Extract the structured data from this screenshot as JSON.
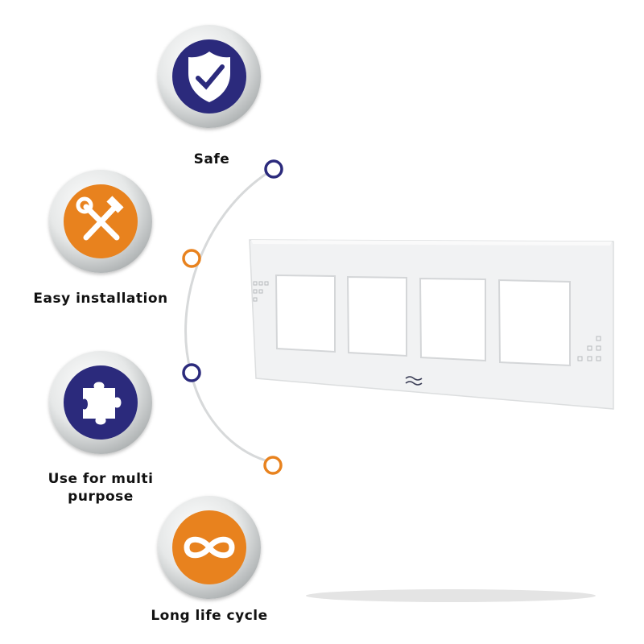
{
  "colors": {
    "navy": "#2b2a7c",
    "orange": "#e8821e"
  },
  "features": [
    {
      "label": "Safe",
      "icon": "shield-check-icon"
    },
    {
      "label": "Easy installation",
      "icon": "wrench-hammer-icon"
    },
    {
      "label": "Use for multi purpose",
      "line1": "Use for multi",
      "line2": "purpose",
      "icon": "puzzle-piece-icon"
    },
    {
      "label": "Long life cycle",
      "icon": "infinity-icon"
    }
  ]
}
